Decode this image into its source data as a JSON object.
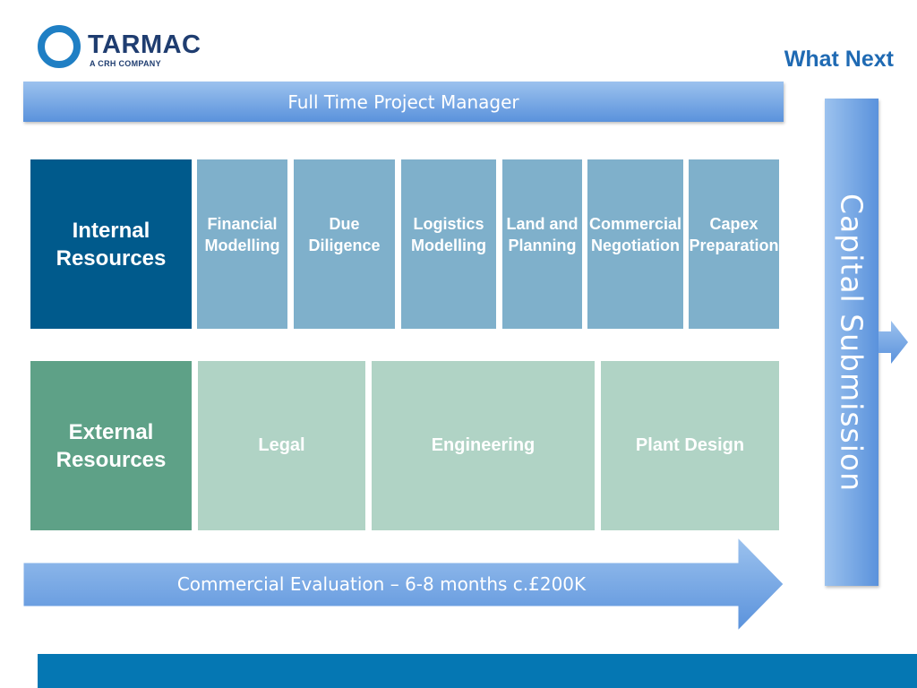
{
  "logo": {
    "name": "TARMAC",
    "tagline": "A CRH COMPANY"
  },
  "heading": "What Next",
  "top_banner": "Full Time Project Manager",
  "internal": {
    "label": "Internal\nResources",
    "items": [
      "Financial\nModelling",
      "Due\nDiligence",
      "Logistics\nModelling",
      "Land and\nPlanning",
      "Commercial\nNegotiation",
      "Capex\nPreparation"
    ]
  },
  "external": {
    "label": "External\nResources",
    "items": [
      "Legal",
      "Engineering",
      "Plant Design"
    ]
  },
  "bottom_arrow": "Commercial Evaluation – 6-8  months  c.£200K",
  "side_box": "Capital  Submission",
  "colors": {
    "brand": "#1f3d70",
    "internal_head": "#005a8c",
    "internal_item": "#7fb0cb",
    "external_head": "#5ea187",
    "external_item": "#b0d3c5",
    "banner": "#5a92dc",
    "footer": "#0577b3"
  }
}
